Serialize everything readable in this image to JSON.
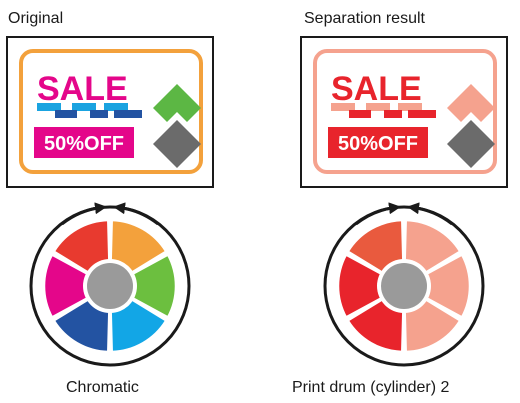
{
  "panels": {
    "left": {
      "heading": "Original",
      "caption": "Chromatic",
      "sale_text": "SALE",
      "offer_text": "50%OFF",
      "colors": {
        "border": "#f3a13c",
        "sale": "#e4068a",
        "stripes_top": "#1aa3e0",
        "stripes_bottom": "#2353a2",
        "offer_box": "#e4068a",
        "diamond_top": "#5cb744",
        "diamond_bottom": "#6b6b6b",
        "wheel": [
          "#f3a13c",
          "#6cbf3f",
          "#12a6e6",
          "#2353a2",
          "#e4068a",
          "#e83a2f"
        ],
        "hub": "#9a9a9a"
      }
    },
    "right": {
      "heading": "Separation result",
      "caption": "Print drum (cylinder) 2",
      "sale_text": "SALE",
      "offer_text": "50%OFF",
      "colors": {
        "border": "#f5a28e",
        "sale": "#e8242c",
        "stripes_top": "#f5a28e",
        "stripes_bottom": "#e8242c",
        "offer_box": "#e8242c",
        "diamond_top": "#f5a28e",
        "diamond_bottom": "#6b6b6b",
        "wheel": [
          "#f5a28e",
          "#f5a28e",
          "#f5a28e",
          "#e8242c",
          "#e8242c",
          "#e95a3e"
        ],
        "hub": "#9a9a9a"
      }
    }
  }
}
